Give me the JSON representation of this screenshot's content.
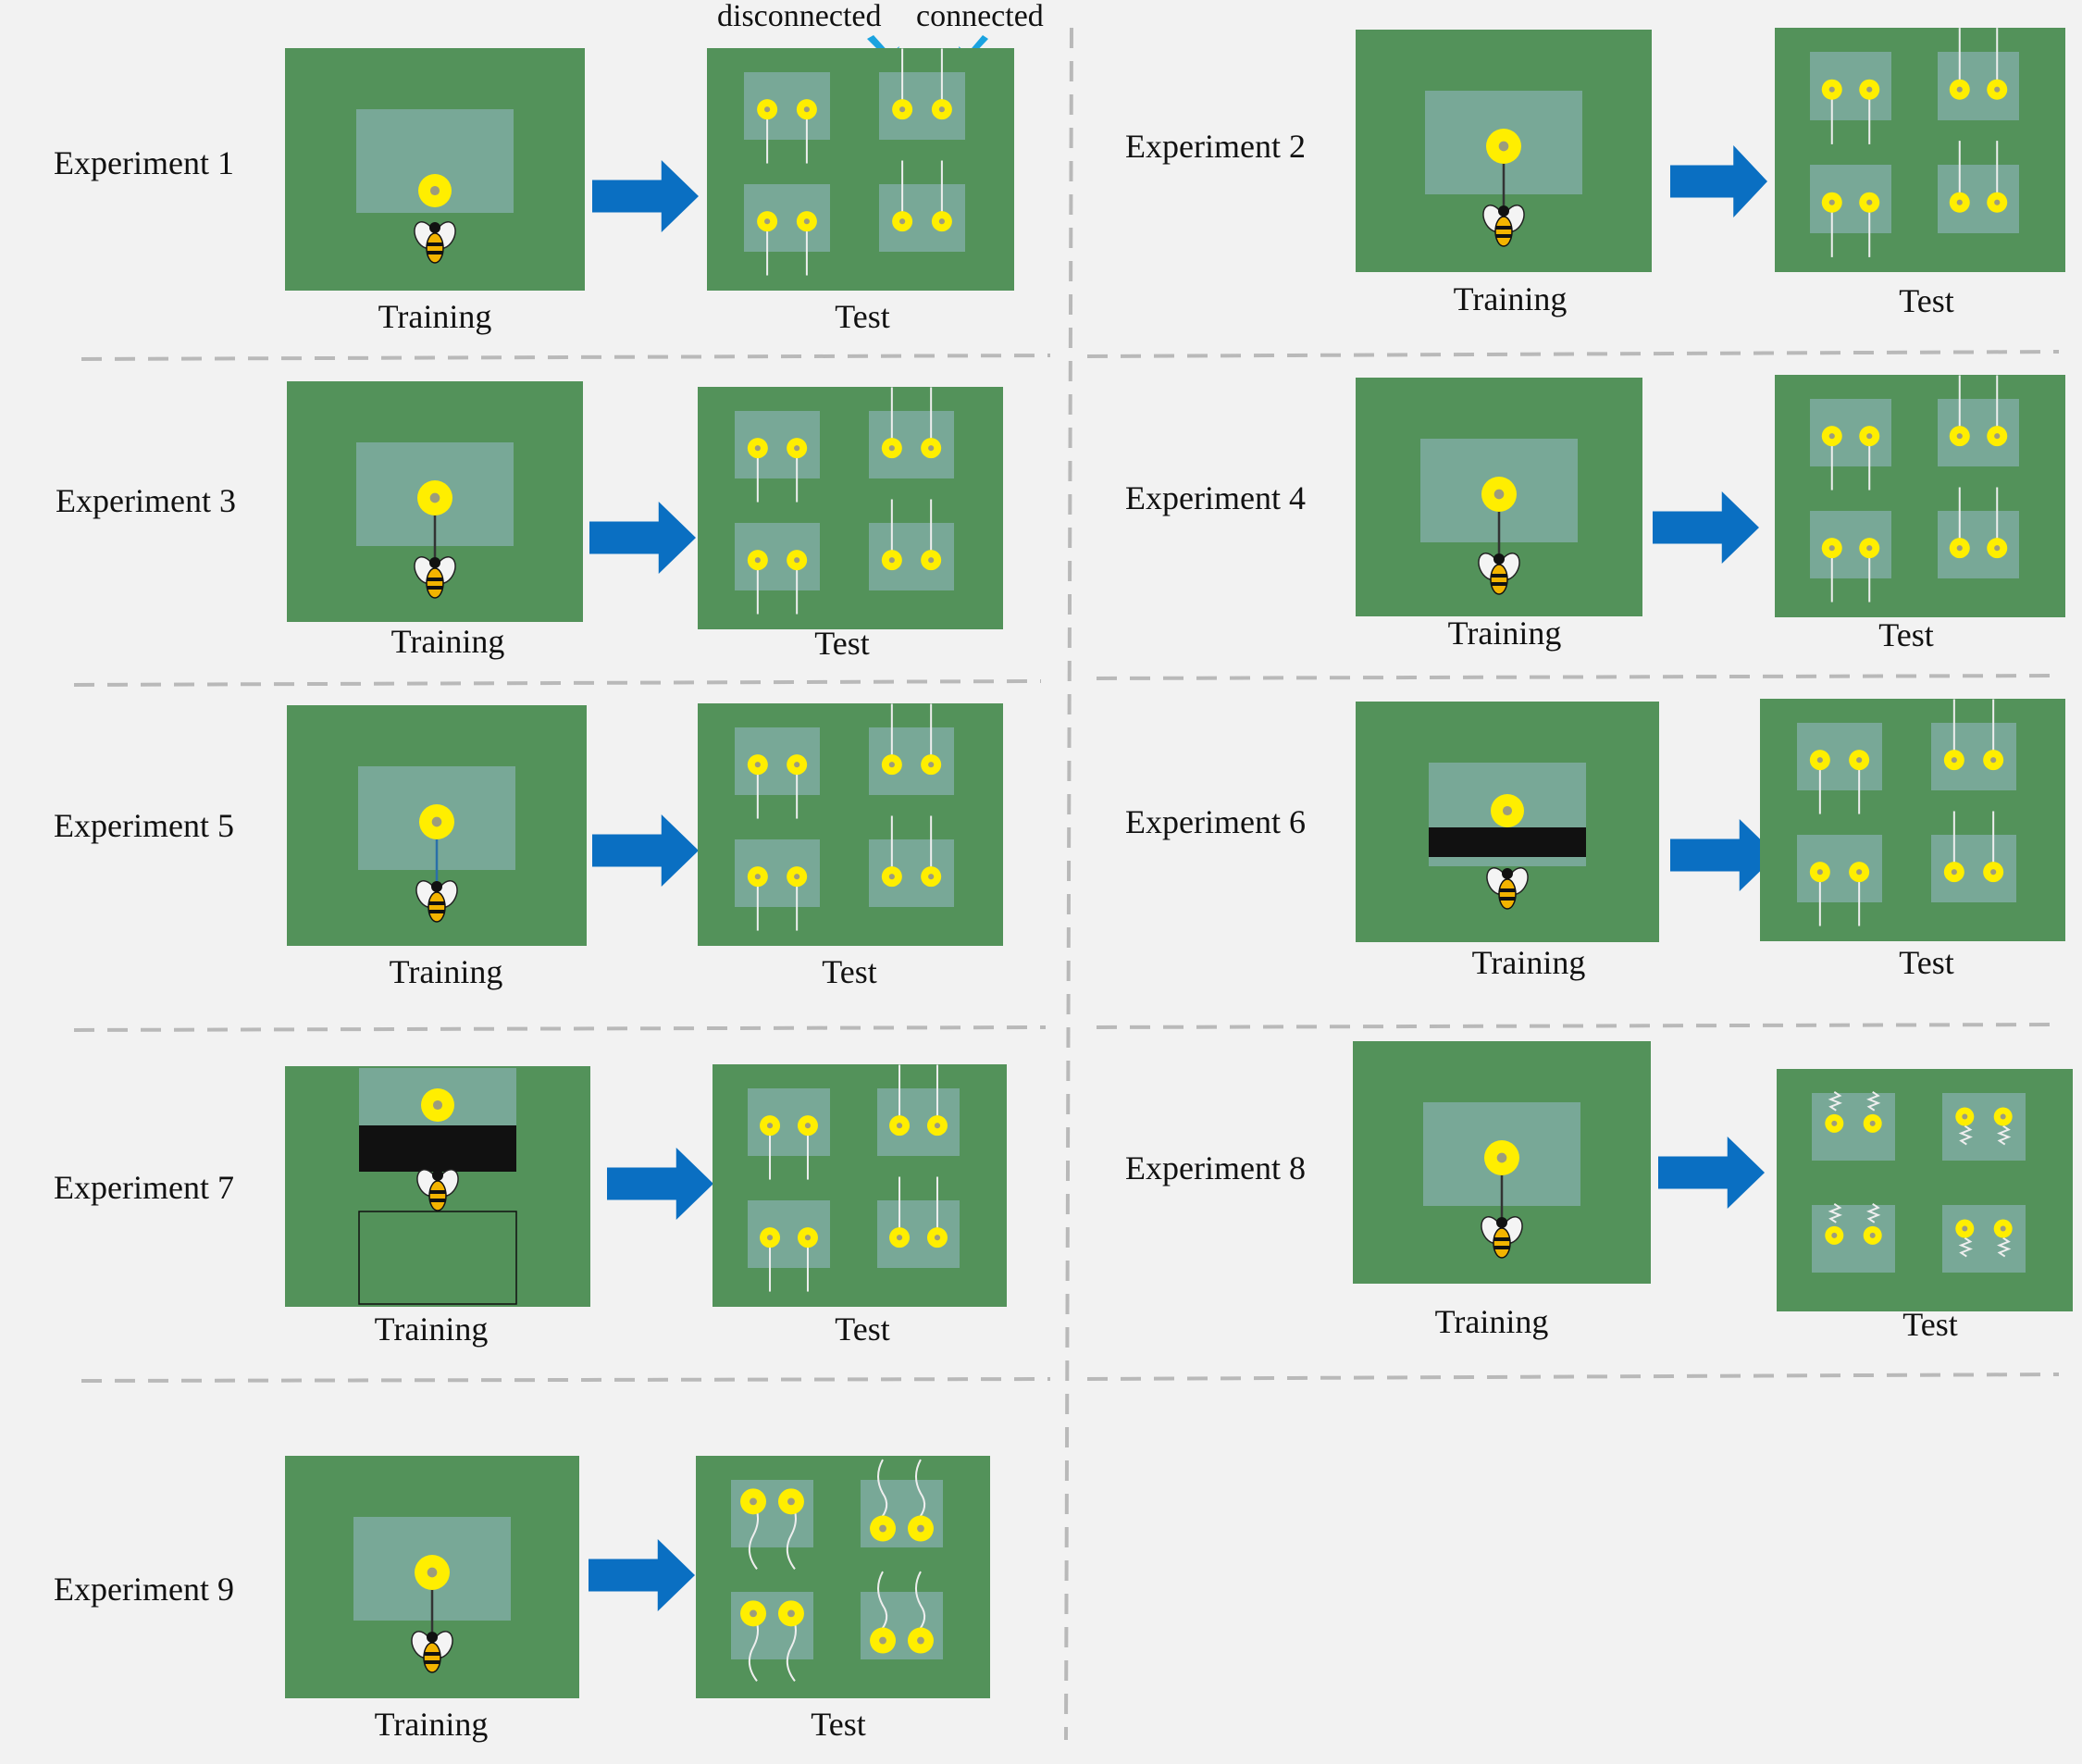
{
  "annotation": {
    "disconnected_label": "disconnected",
    "connected_label": "connected",
    "pointer_color": "#1aa3e0"
  },
  "colors": {
    "background": "#f2f2f2",
    "arena": "#53925a",
    "panel": "#78a897",
    "flower": "#ffee00",
    "flower_center": "#9c9c7c",
    "arrow": "#0a6fc2",
    "barrier": "#111111",
    "divider": "#b9b9b9"
  },
  "experiments": [
    {
      "id": 1,
      "label": "Experiment 1",
      "training_label": "Training",
      "test_label": "Test",
      "training_variant": "flower-low-on-panel",
      "test_variant": "straight-strings"
    },
    {
      "id": 2,
      "label": "Experiment 2",
      "training_label": "Training",
      "test_label": "Test",
      "training_variant": "flower-string-to-bee",
      "test_variant": "straight-strings"
    },
    {
      "id": 3,
      "label": "Experiment 3",
      "training_label": "Training",
      "test_label": "Test",
      "training_variant": "flower-string-to-bee",
      "test_variant": "straight-strings"
    },
    {
      "id": 4,
      "label": "Experiment 4",
      "training_label": "Training",
      "test_label": "Test",
      "training_variant": "flower-string-to-bee",
      "test_variant": "straight-strings"
    },
    {
      "id": 5,
      "label": "Experiment 5",
      "training_label": "Training",
      "test_label": "Test",
      "training_variant": "blue-string-to-bee",
      "test_variant": "straight-strings"
    },
    {
      "id": 6,
      "label": "Experiment 6",
      "training_label": "Training",
      "test_label": "Test",
      "training_variant": "black-bar-over-string",
      "test_variant": "straight-strings"
    },
    {
      "id": 7,
      "label": "Experiment 7",
      "training_label": "Training",
      "test_label": "Test",
      "training_variant": "black-bar-with-outlined-box",
      "test_variant": "straight-strings"
    },
    {
      "id": 8,
      "label": "Experiment 8",
      "training_label": "Training",
      "test_label": "Test",
      "training_variant": "flower-string-to-bee",
      "test_variant": "coiled-strings"
    },
    {
      "id": 9,
      "label": "Experiment 9",
      "training_label": "Training",
      "test_label": "Test",
      "training_variant": "flower-string-to-bee",
      "test_variant": "wavy-strings"
    }
  ]
}
